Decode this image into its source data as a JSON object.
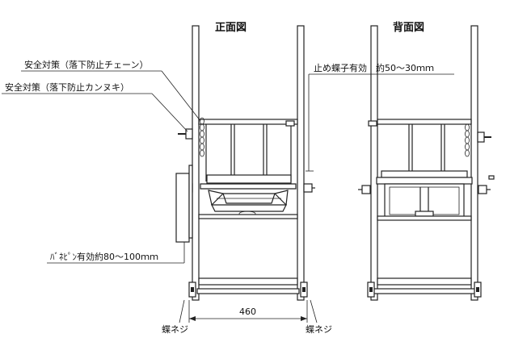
{
  "titles": {
    "front": "正面図",
    "back": "背面図"
  },
  "labels": {
    "chain": "安全対策（落下防止チェーン）",
    "bolt": "安全対策（落下防止カンヌキ）",
    "stopper": "止め蝶子有効　約50～30ｍｍ",
    "spring": "ﾊﾞﾈﾋﾟﾝ有効約80～100ｍｍ",
    "dimension": "460",
    "wing_left": "蝶ネジ",
    "wing_right": "蝶ネジ"
  }
}
